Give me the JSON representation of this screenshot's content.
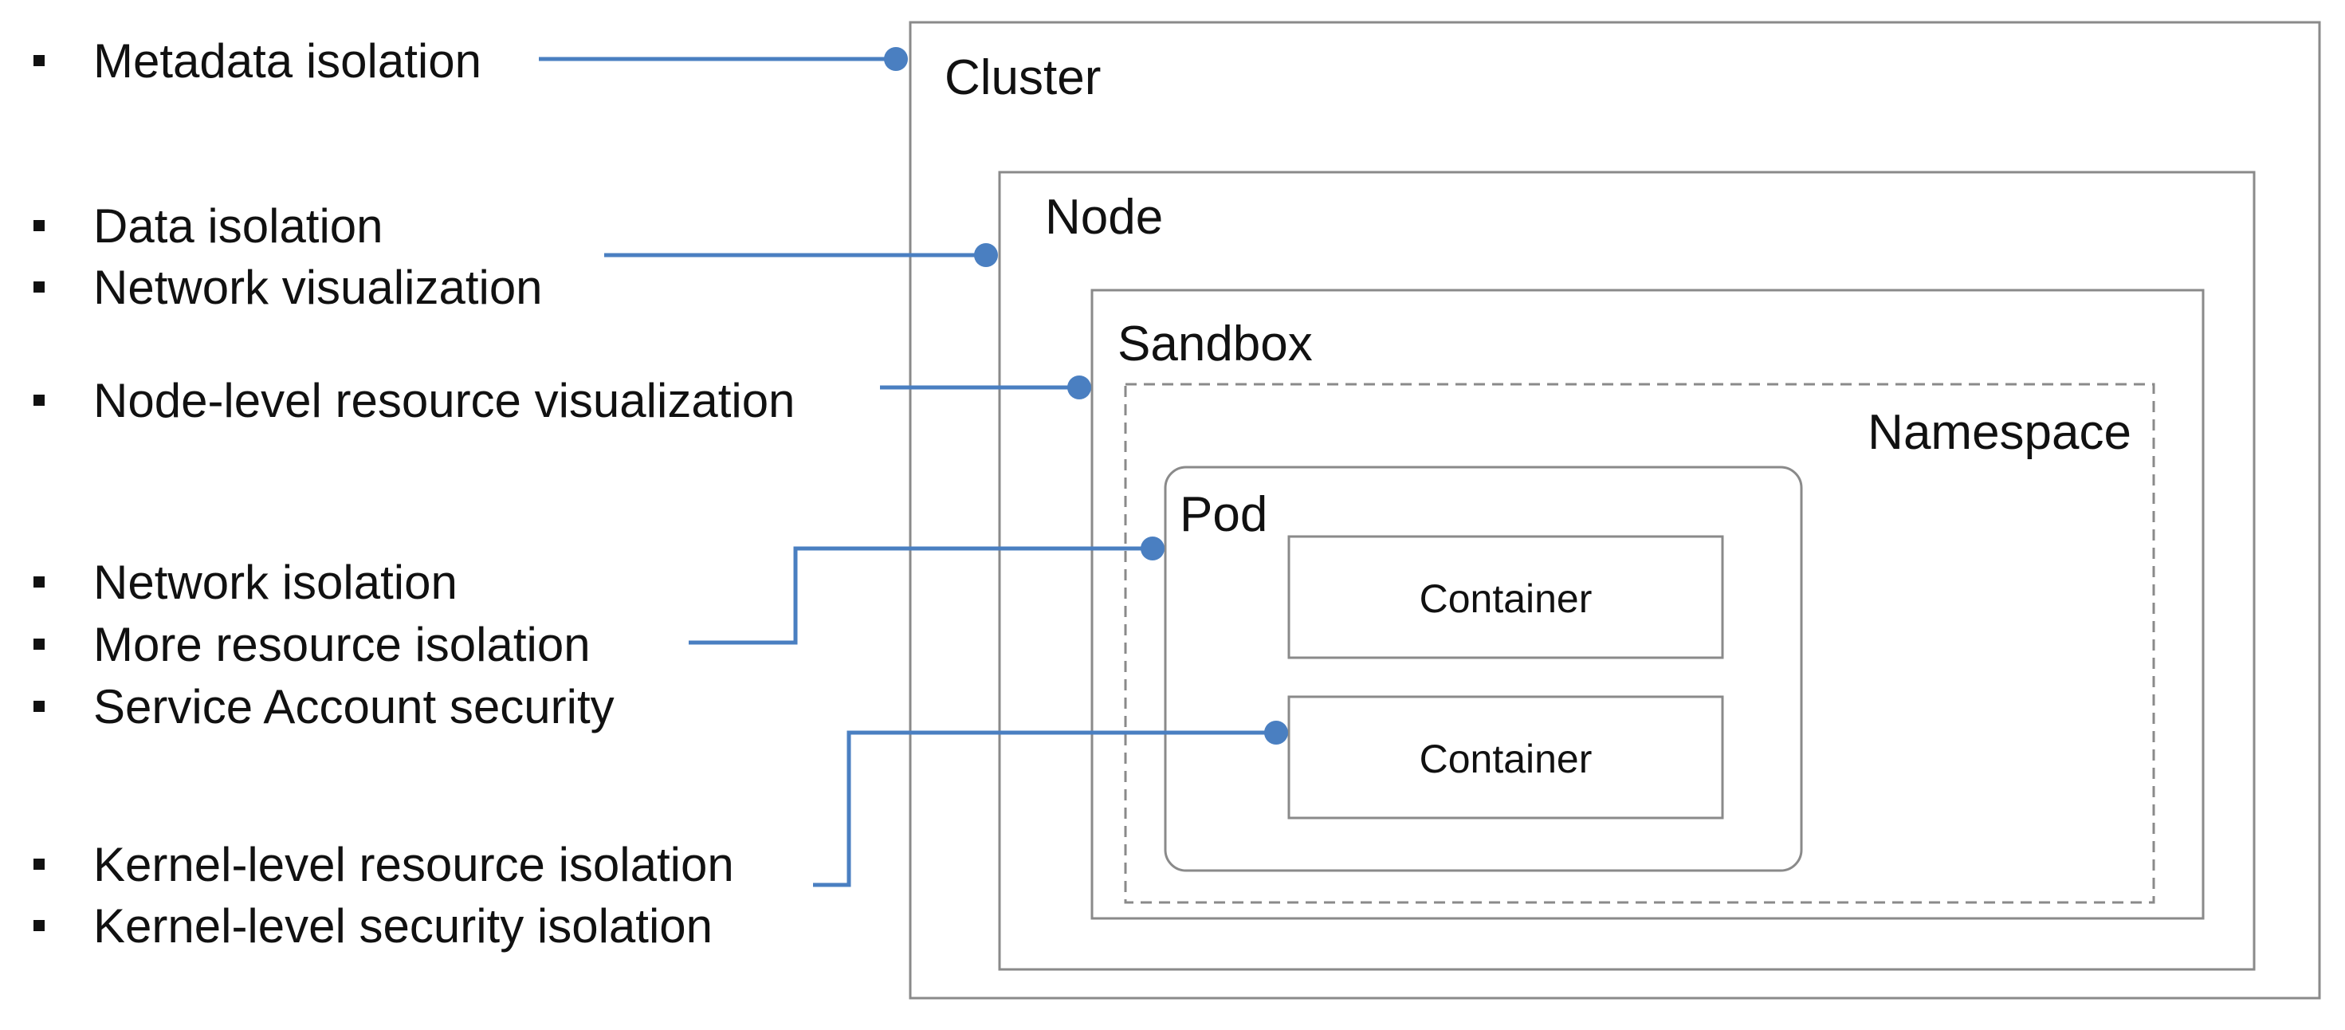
{
  "isolation_groups": [
    {
      "items": [
        "Metadata isolation"
      ]
    },
    {
      "items": [
        "Data isolation",
        "Network visualization"
      ]
    },
    {
      "items": [
        "Node-level resource visualization"
      ]
    },
    {
      "items": [
        "Network isolation",
        "More resource isolation",
        "Service Account security"
      ]
    },
    {
      "items": [
        "Kernel-level resource isolation",
        "Kernel-level security isolation"
      ]
    }
  ],
  "boxes": {
    "cluster": "Cluster",
    "node": "Node",
    "sandbox": "Sandbox",
    "namespace": "Namespace",
    "pod": "Pod",
    "container_1": "Container",
    "container_2": "Container"
  },
  "colors": {
    "connector": "#4a7fc1",
    "box_border": "#8a8a8a",
    "text": "#111111"
  }
}
